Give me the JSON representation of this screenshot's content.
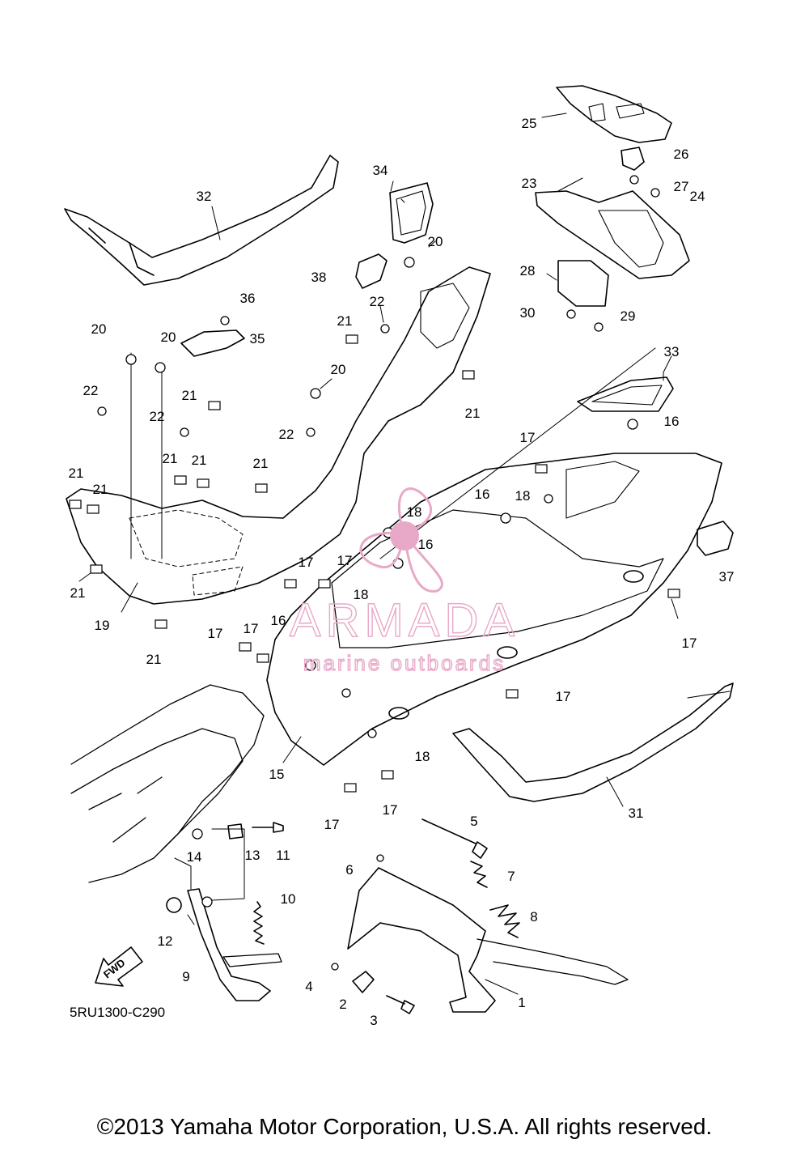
{
  "diagram": {
    "part_numbers": [
      "1",
      "2",
      "3",
      "4",
      "5",
      "6",
      "7",
      "8",
      "9",
      "10",
      "11",
      "12",
      "13",
      "14",
      "15",
      "16",
      "17",
      "18",
      "19",
      "20",
      "21",
      "22",
      "23",
      "24",
      "25",
      "26",
      "27",
      "28",
      "29",
      "30",
      "31",
      "32",
      "33",
      "34",
      "35",
      "36",
      "37",
      "38"
    ],
    "drawing_code": "5RU1300-C290",
    "fwd_label": "FWD"
  },
  "watermark": {
    "brand": "ARMADA",
    "tagline": "marine outboards",
    "color": "#e8a9c8"
  },
  "footer": {
    "copyright": "©2013 Yamaha Motor Corporation, U.S.A. All rights reserved."
  }
}
